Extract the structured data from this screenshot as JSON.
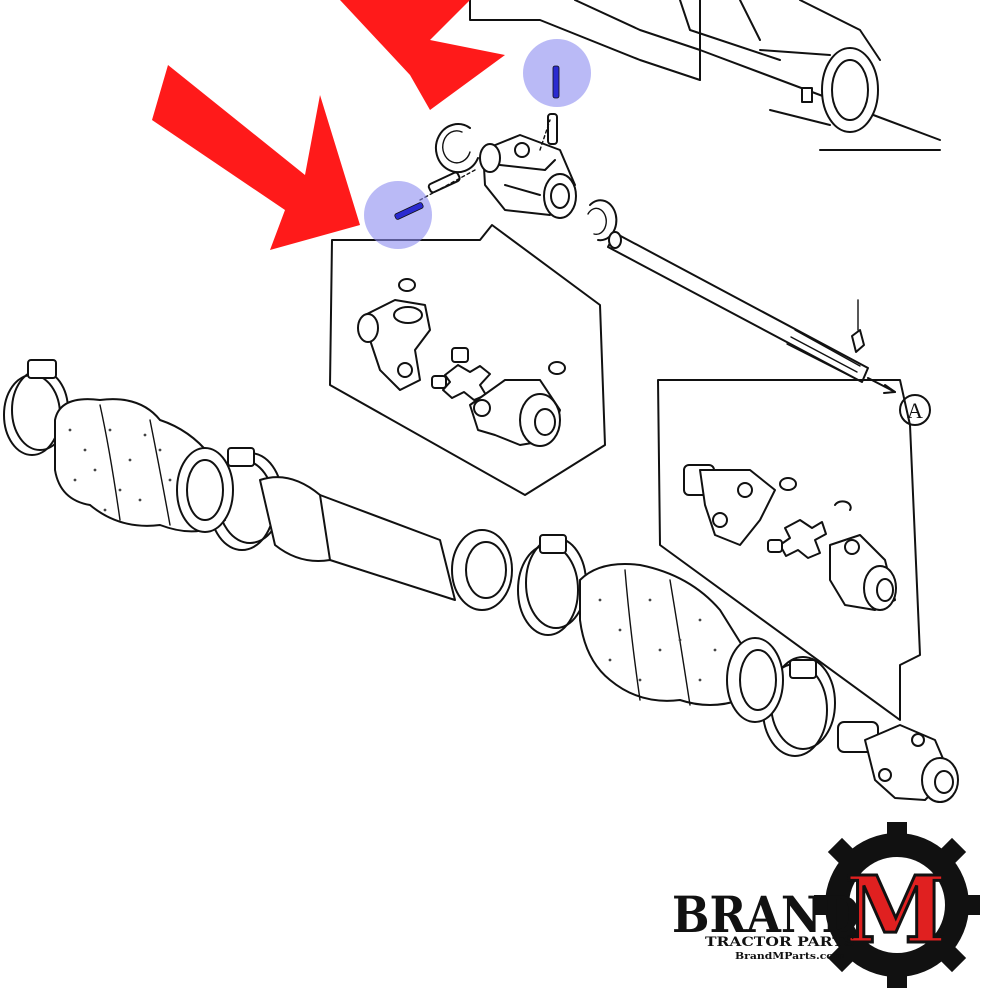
{
  "diagram": {
    "callout_label": "A",
    "colors": {
      "arrow": "#ff1a1a",
      "highlight": "#8c8cf0",
      "pin": "#2a2ad0",
      "line": "#111111",
      "logo_red": "#e02020"
    }
  },
  "logo": {
    "brand": "BRAND",
    "letter": "M",
    "subtitle": "TRACTOR PARTS",
    "website": "BrandMParts.com"
  }
}
